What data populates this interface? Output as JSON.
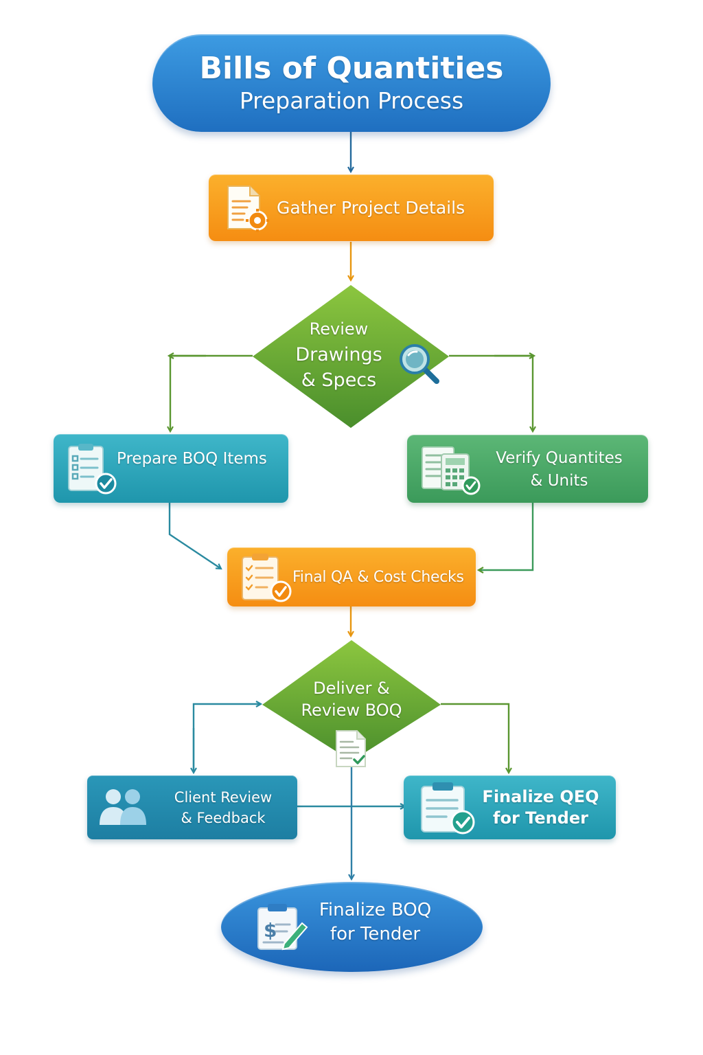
{
  "diagram": {
    "title": {
      "line1": "Bills of Quantities",
      "line2": "Preparation Process"
    },
    "nodes": {
      "gather": {
        "label": "Gather Project Details",
        "icon": "document-gear-icon"
      },
      "review": {
        "line1": "Review",
        "line2": "Drawings",
        "line3": "& Specs",
        "icon": "magnifier-icon"
      },
      "prepare": {
        "label": "Prepare BOQ Items",
        "icon": "clipboard-check-icon"
      },
      "verify": {
        "line1": "Verify Quantites",
        "line2": "& Units",
        "icon": "calculator-document-icon"
      },
      "final_qa": {
        "label": "Final QA & Cost Checks",
        "icon": "checklist-clipboard-icon"
      },
      "deliver": {
        "line1": "Deliver &",
        "line2": "Review BOQ",
        "icon": "document-check-icon"
      },
      "client": {
        "line1": "Client Review",
        "line2": "& Feedback",
        "icon": "people-icon"
      },
      "finalize_qeq": {
        "line1": "Finalize QEQ",
        "line2": "for Tender",
        "icon": "clipboard-check-icon"
      },
      "end": {
        "line1": "Finalize BOQ",
        "line2": "for Tender",
        "icon": "clipboard-dollar-pen-icon"
      }
    },
    "colors": {
      "title_blue": "#1f6fc0",
      "orange": "#f58d12",
      "diamond_green": "#5a9e34",
      "teal": "#1f96ac",
      "green_box": "#3b9a5a",
      "connector_blue": "#246a9c",
      "connector_orange": "#e8960f",
      "connector_green": "#5a9630",
      "connector_teal": "#2a8aa0"
    }
  }
}
